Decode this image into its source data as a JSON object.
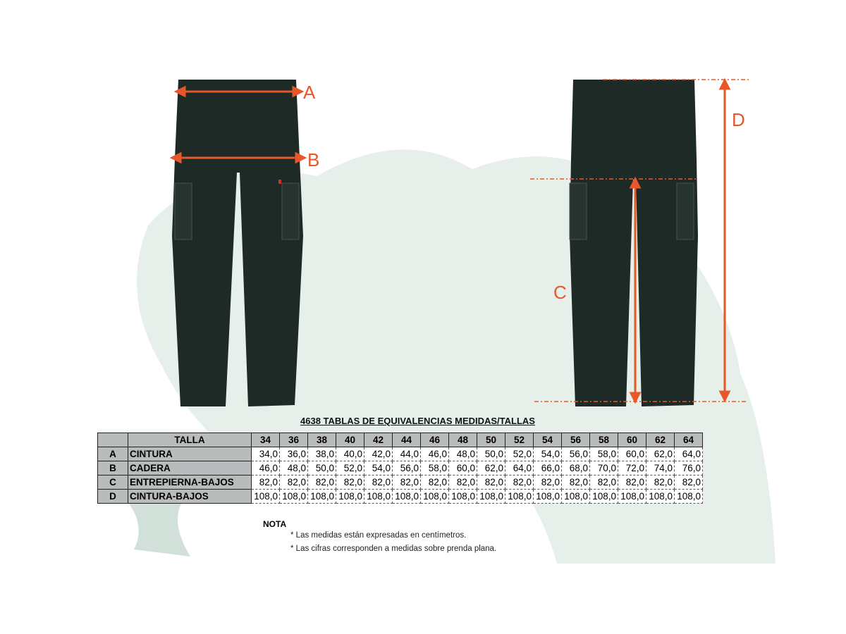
{
  "title": "4638 TABLAS DE EQUIVALENCIAS MEDIDAS/TALLAS",
  "measure_labels": {
    "a": "A",
    "b": "B",
    "c": "C",
    "d": "D"
  },
  "table": {
    "header": "TALLA",
    "sizes": [
      "34",
      "36",
      "38",
      "40",
      "42",
      "44",
      "46",
      "48",
      "50",
      "52",
      "54",
      "56",
      "58",
      "60",
      "62",
      "64"
    ],
    "rows": [
      {
        "letter": "A",
        "name": "CINTURA",
        "values": [
          "34,0",
          "36,0",
          "38,0",
          "40,0",
          "42,0",
          "44,0",
          "46,0",
          "48,0",
          "50,0",
          "52,0",
          "54,0",
          "56,0",
          "58,0",
          "60,0",
          "62,0",
          "64,0"
        ]
      },
      {
        "letter": "B",
        "name": "CADERA",
        "values": [
          "46,0",
          "48,0",
          "50,0",
          "52,0",
          "54,0",
          "56,0",
          "58,0",
          "60,0",
          "62,0",
          "64,0",
          "66,0",
          "68,0",
          "70,0",
          "72,0",
          "74,0",
          "76,0"
        ]
      },
      {
        "letter": "C",
        "name": "ENTREPIERNA-BAJOS",
        "values": [
          "82,0",
          "82,0",
          "82,0",
          "82,0",
          "82,0",
          "82,0",
          "82,0",
          "82,0",
          "82,0",
          "82,0",
          "82,0",
          "82,0",
          "82,0",
          "82,0",
          "82,0",
          "82,0"
        ]
      },
      {
        "letter": "D",
        "name": "CINTURA-BAJOS",
        "values": [
          "108,0",
          "108,0",
          "108,0",
          "108,0",
          "108,0",
          "108,0",
          "108,0",
          "108,0",
          "108,0",
          "108,0",
          "108,0",
          "108,0",
          "108,0",
          "108,0",
          "108,0",
          "108,0"
        ]
      }
    ]
  },
  "nota": {
    "title": "NOTA",
    "lines": [
      "* Las medidas están expresadas en centímetros.",
      "* Las cifras corresponden a medidas sobre prenda plana."
    ]
  },
  "colors": {
    "pants": "#1e2a26",
    "arrow": "#e8572a",
    "header_bg": "#b9bcbc",
    "tree": "#8fb5a0"
  }
}
